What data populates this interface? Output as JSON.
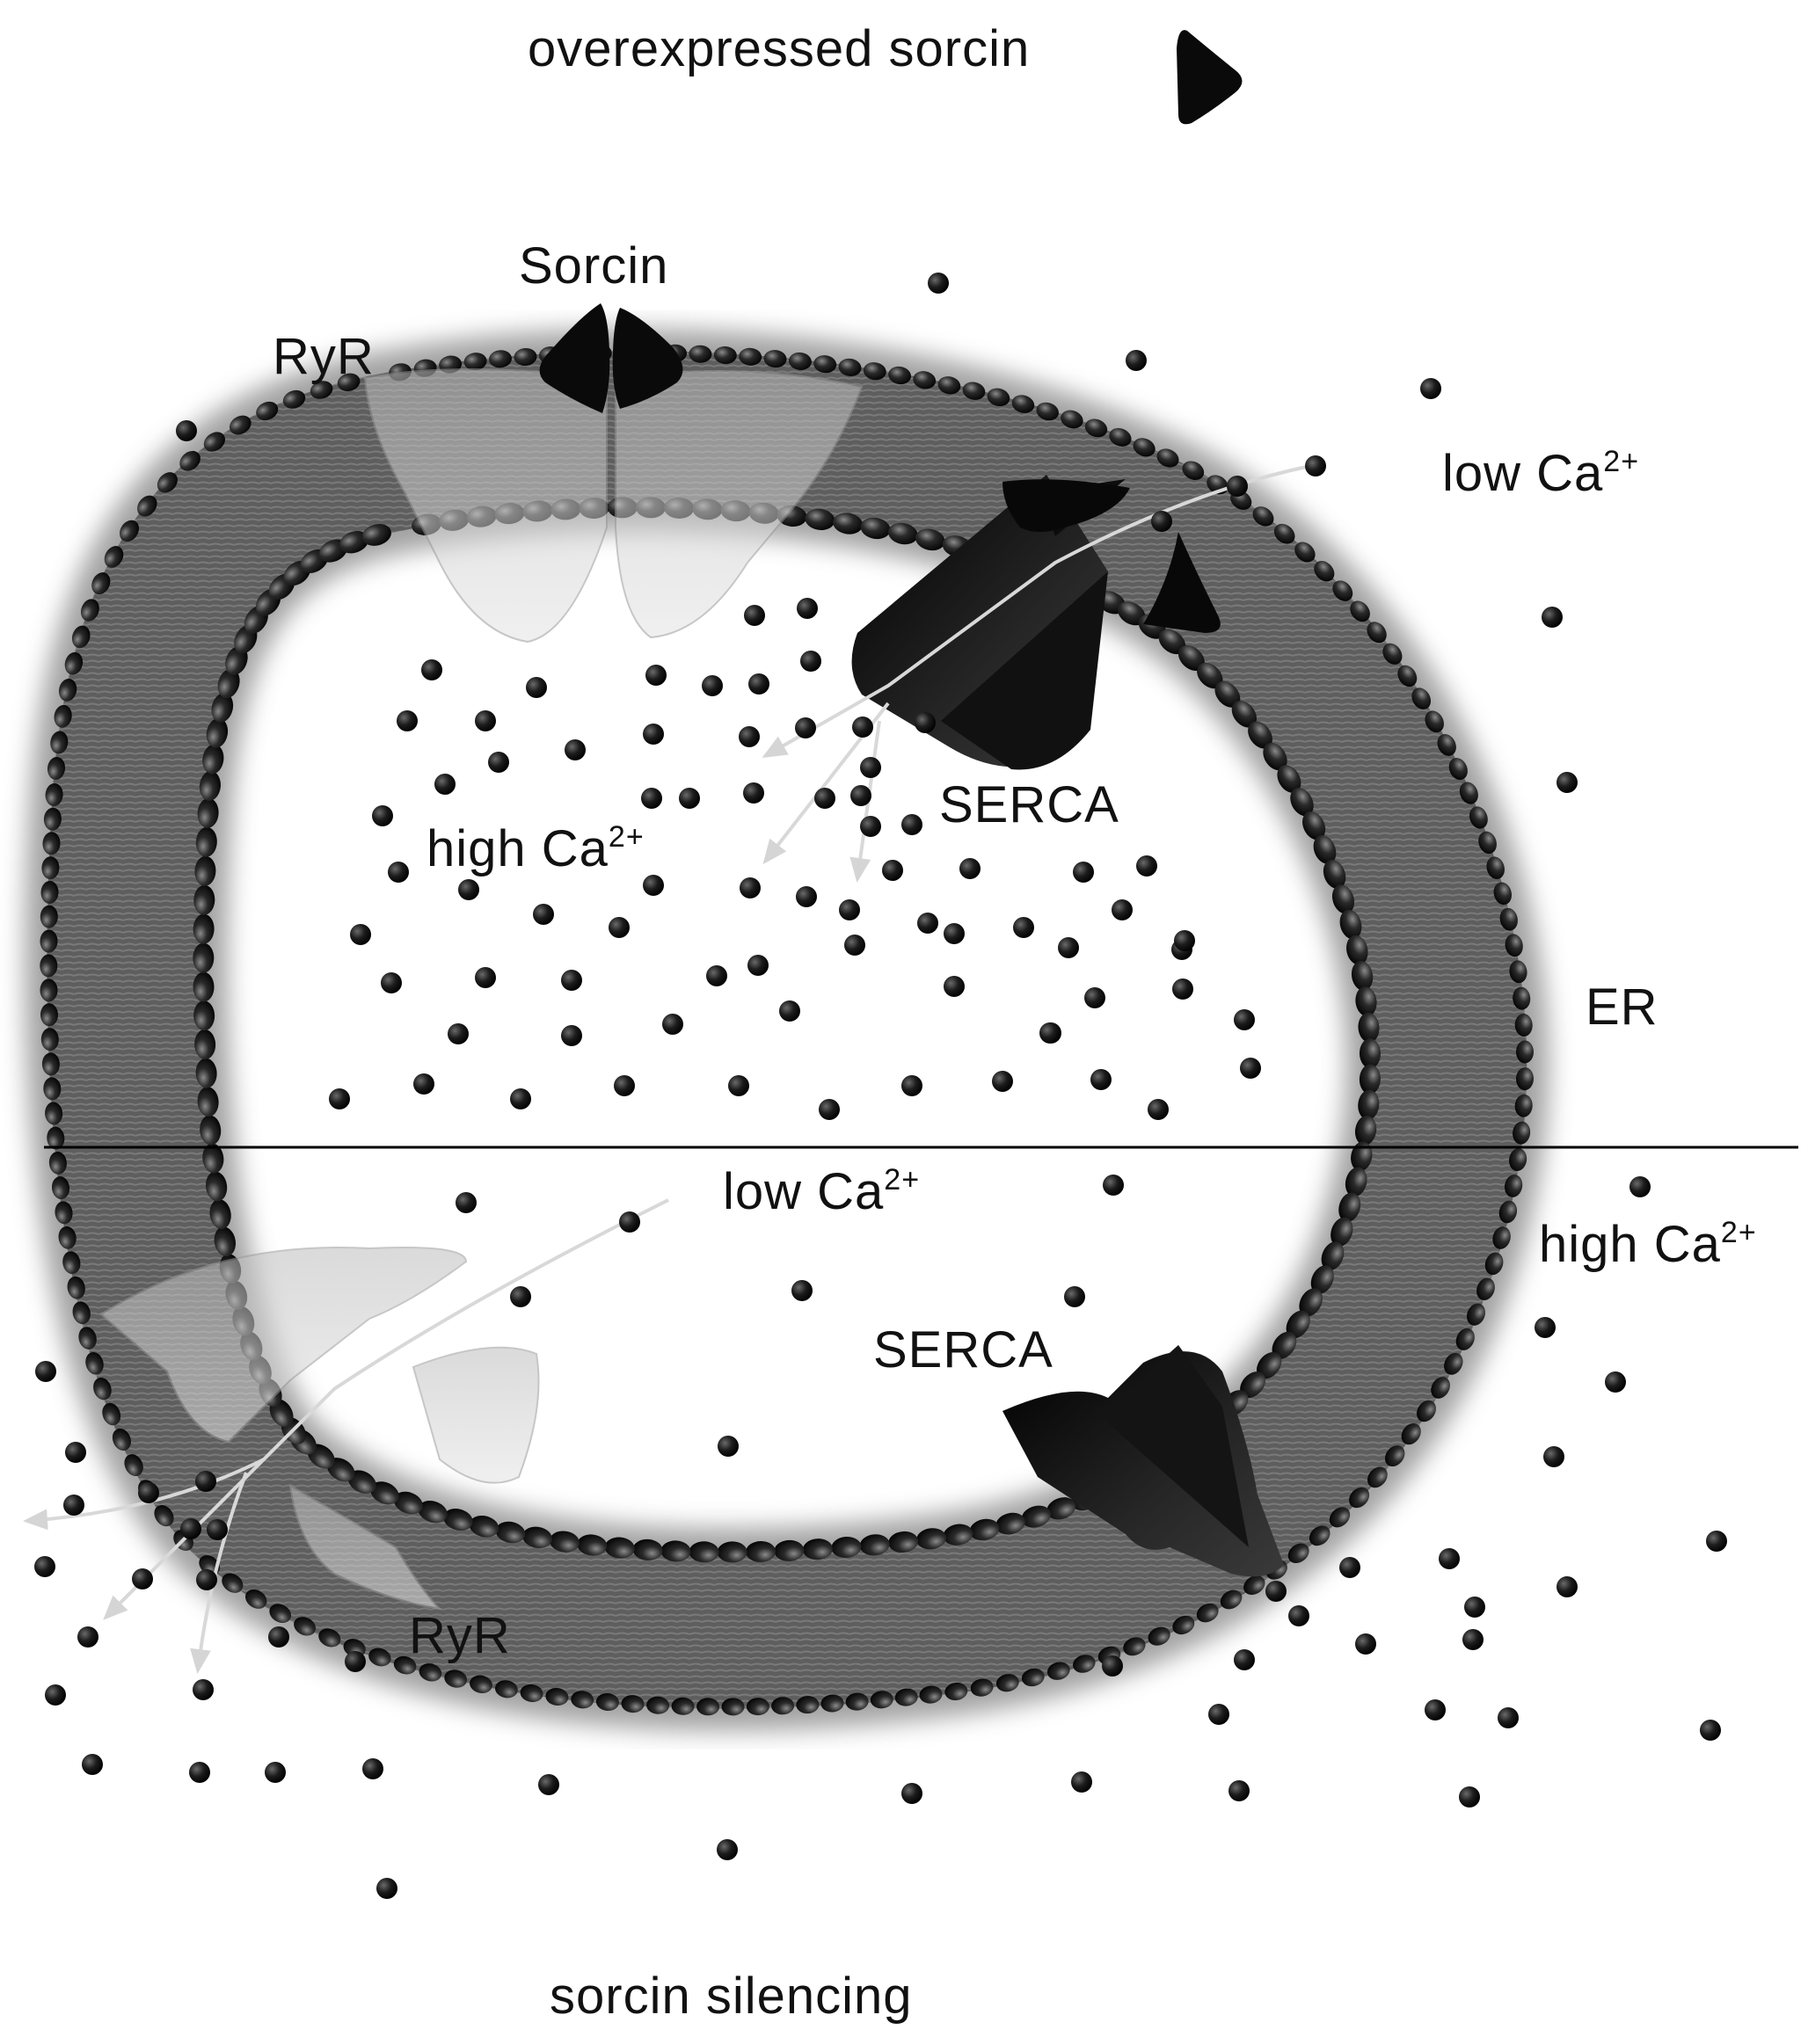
{
  "labels": {
    "overexpressed": "overexpressed sorcin",
    "sorcin": "Sorcin",
    "ryr_top": "RyR",
    "ryr_bottom": "RyR",
    "serca_top": "SERCA",
    "serca_bottom": "SERCA",
    "er": "ER",
    "silencing": "sorcin silencing",
    "ca_low_top": {
      "text": "low Ca",
      "sup": "2+"
    },
    "ca_high_inside": {
      "text": "high Ca",
      "sup": "2+"
    },
    "ca_low_inside": {
      "text": "low Ca",
      "sup": "2+"
    },
    "ca_high_outside": {
      "text": "high Ca",
      "sup": "2+"
    }
  },
  "colors": {
    "membrane": "#5c5c5c",
    "bead": "#1f1f1f",
    "ion": "#1a1a1a",
    "ryr_channel": "#cfcfcf",
    "serca_pump": "#1c1c1c",
    "sorcin": "#0a0a0a",
    "divider": "#000000",
    "flux_arrow": "#d8d8d8"
  }
}
